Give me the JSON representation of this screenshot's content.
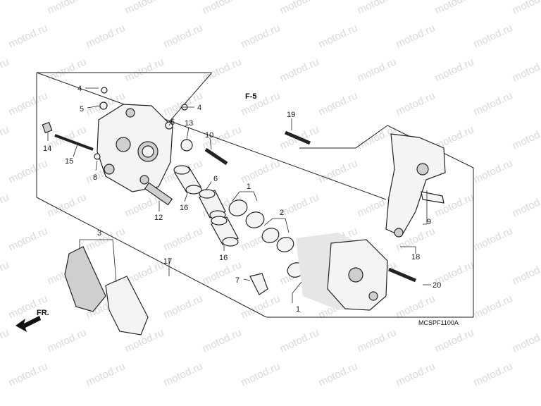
{
  "watermark": "motod.ru",
  "diagram_code": "MCSPF1100A",
  "ref_label": "F-5",
  "front_label": "FR.",
  "callouts": [
    {
      "id": "c4a",
      "text": "4"
    },
    {
      "id": "c5a",
      "text": "5"
    },
    {
      "id": "c4b",
      "text": "4"
    },
    {
      "id": "c5b",
      "text": "5"
    },
    {
      "id": "c13",
      "text": "13"
    },
    {
      "id": "c10",
      "text": "10"
    },
    {
      "id": "c19",
      "text": "19"
    },
    {
      "id": "c14",
      "text": "14"
    },
    {
      "id": "c15",
      "text": "15"
    },
    {
      "id": "c8",
      "text": "8"
    },
    {
      "id": "c6",
      "text": "6"
    },
    {
      "id": "c16a",
      "text": "16"
    },
    {
      "id": "c12",
      "text": "12"
    },
    {
      "id": "c1a",
      "text": "1"
    },
    {
      "id": "c2",
      "text": "2"
    },
    {
      "id": "c16b",
      "text": "16"
    },
    {
      "id": "c9",
      "text": "9"
    },
    {
      "id": "c18",
      "text": "18"
    },
    {
      "id": "c3",
      "text": "3"
    },
    {
      "id": "c17",
      "text": "17"
    },
    {
      "id": "c7",
      "text": "7"
    },
    {
      "id": "c1b",
      "text": "1"
    },
    {
      "id": "c20",
      "text": "20"
    }
  ]
}
